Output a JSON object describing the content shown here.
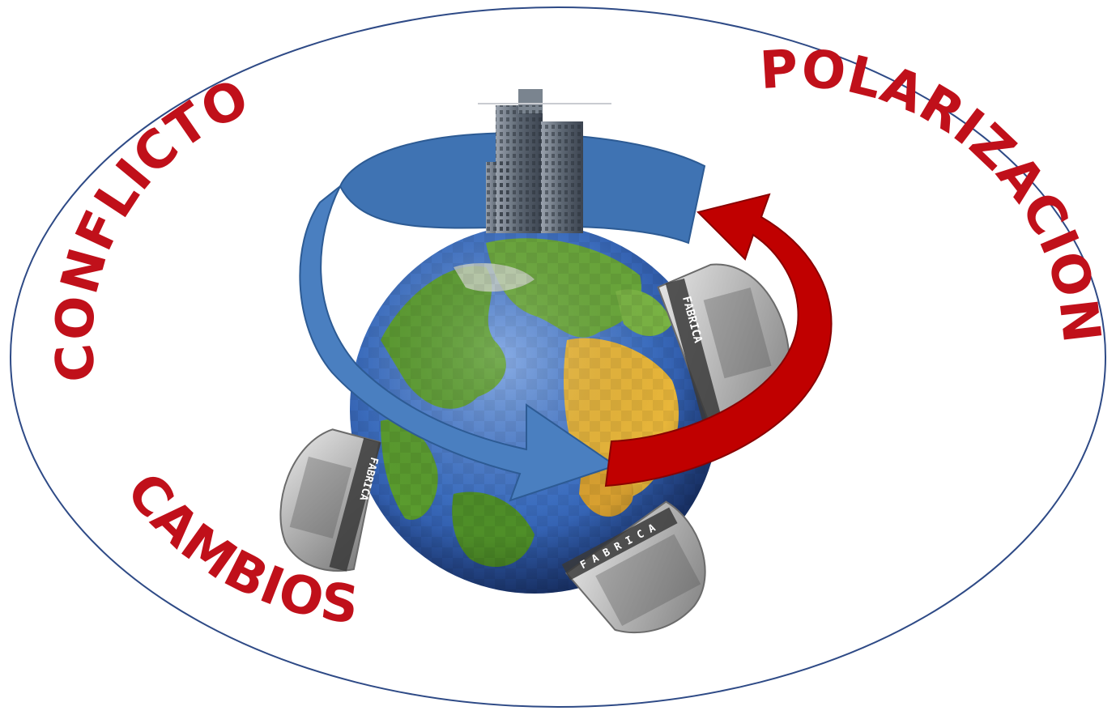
{
  "labels": {
    "conflicto": "CONFLICTO",
    "polarizacion": "POLARIZACION",
    "cambios": "CAMBIOS"
  },
  "factory_sign": "FABRICA",
  "colors": {
    "ellipse_stroke": "#2e4a86",
    "label_red": "#c0101a",
    "blue_arrow": "#4a7fc0",
    "blue_arrow_dark": "#35639e",
    "red_arrow": "#c00000",
    "ocean": "#3c6fc2",
    "land_green": "#5a9c2e",
    "desert": "#e8b63a",
    "building_grey": "#6d7580",
    "factory_grey": "#a8a8a8"
  },
  "icons": [
    "globe-icon",
    "skyscraper-icon",
    "factory-icon",
    "circular-arrow-icon"
  ]
}
